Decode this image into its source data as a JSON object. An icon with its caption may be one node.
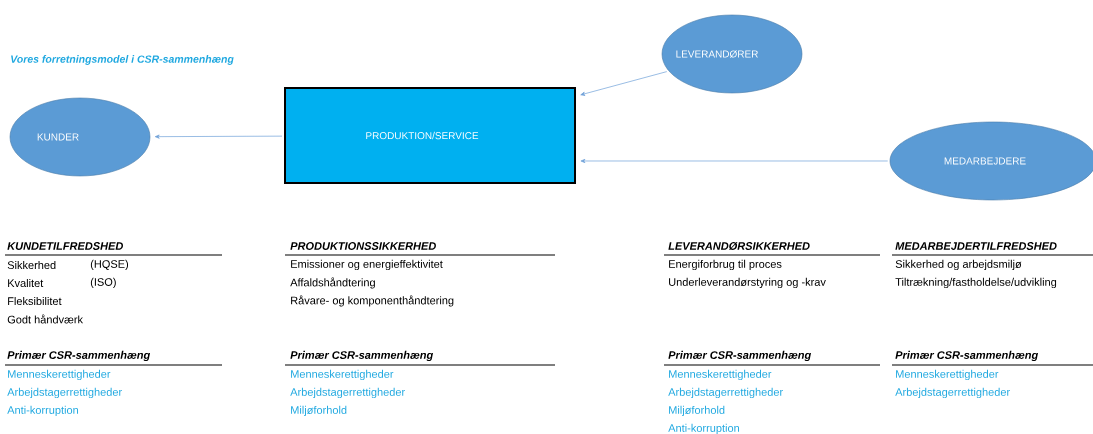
{
  "diagram": {
    "title": "Vores forretningsmodel i CSR-sammenhæng",
    "nodes": [
      {
        "text": [
          "KUNDER"
        ]
      },
      {
        "text": [
          "PRODUKTION/SERVICE"
        ]
      },
      {
        "text": [
          "LEVERANDØRER"
        ]
      },
      {
        "text": [
          "MEDARBEJDERE"
        ]
      }
    ],
    "edges": [
      {
        "from": 1,
        "to": 0,
        "arrow": "to"
      },
      {
        "from": 2,
        "to": 1,
        "arrow": "to"
      },
      {
        "from": 3,
        "to": 1,
        "arrow": "to"
      }
    ],
    "labels": [
      "KUNDETILFREDSHED",
      "Sikkerhed",
      "(HQSE)",
      "Kvalitet",
      "(ISO)",
      "Fleksibilitet",
      "Godt håndværk",
      "Primær CSR-sammenhæng",
      "Menneskerettigheder",
      "Arbejdstagerrettigheder",
      "Anti-korruption",
      "PRODUKTIONSSIKKERHED",
      "Emissioner  og energieffektivitet",
      "Affaldshåndtering",
      "Råvare- og komponenthåndtering",
      "Primær CSR-sammenhæng",
      "Menneskerettigheder",
      "Arbejdstagerrettigheder",
      "Miljøforhold",
      "LEVERANDØRSIKKERHED",
      "Energiforbrug til proces",
      "Underleverandørstyring og -krav",
      "Primær CSR-sammenhæng",
      "Menneskerettigheder",
      "Arbejdstagerrettigheder",
      "Miljøforhold",
      "Anti-korruption",
      "MEDARBEJDERTILFREDSHED",
      "Sikkerhed og arbejdsmiljø",
      "Tiltrækning/fastholdelse/udvikling",
      "Primær CSR-sammenhæng",
      "Menneskerettigheder",
      "Arbejdstagerrettigheder"
    ]
  }
}
